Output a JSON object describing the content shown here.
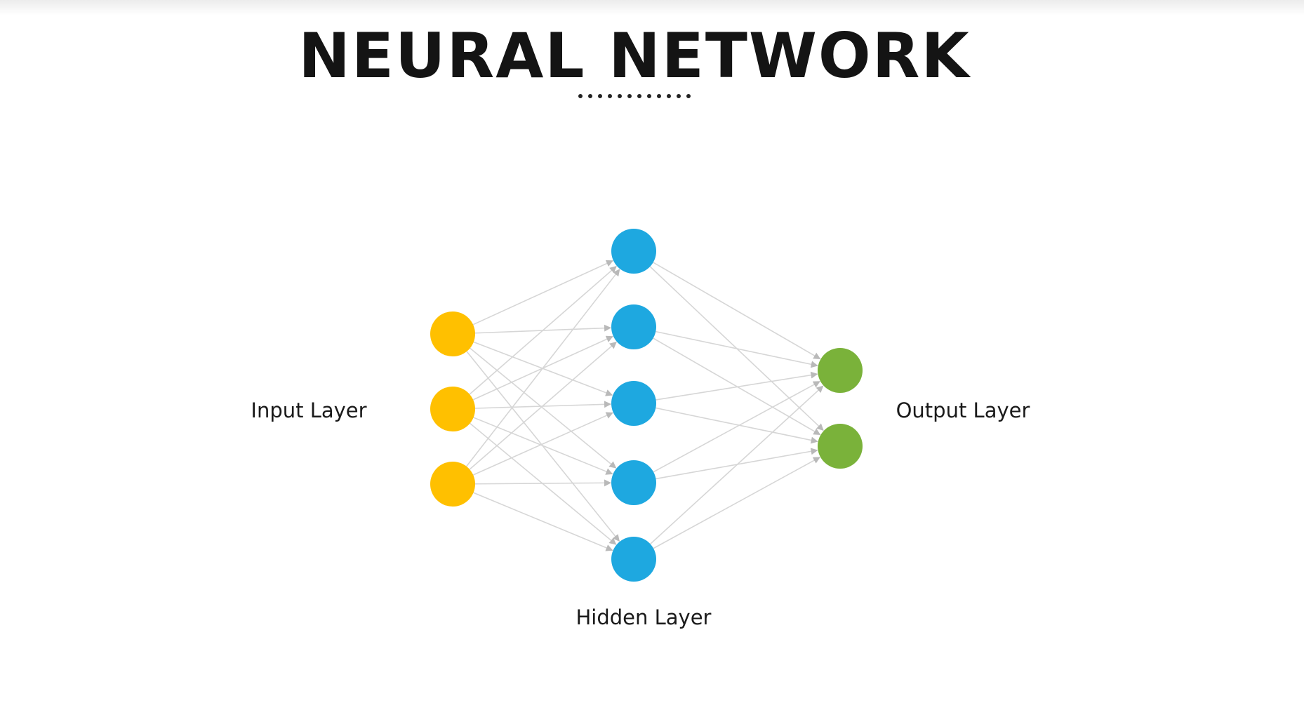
{
  "title": "NEURAL NETWORK",
  "divider_dot_count": 12,
  "labels": {
    "input": "Input Layer",
    "hidden": "Hidden Layer",
    "output": "Output Layer"
  },
  "layers": {
    "input": {
      "nodes": 3,
      "color": "#ffc000"
    },
    "hidden": {
      "nodes": 5,
      "color": "#1ea8e0"
    },
    "output": {
      "nodes": 2,
      "color": "#7ab23a"
    }
  },
  "connection_color": "#d6d6d6",
  "arrow_color": "#b9b9b9"
}
